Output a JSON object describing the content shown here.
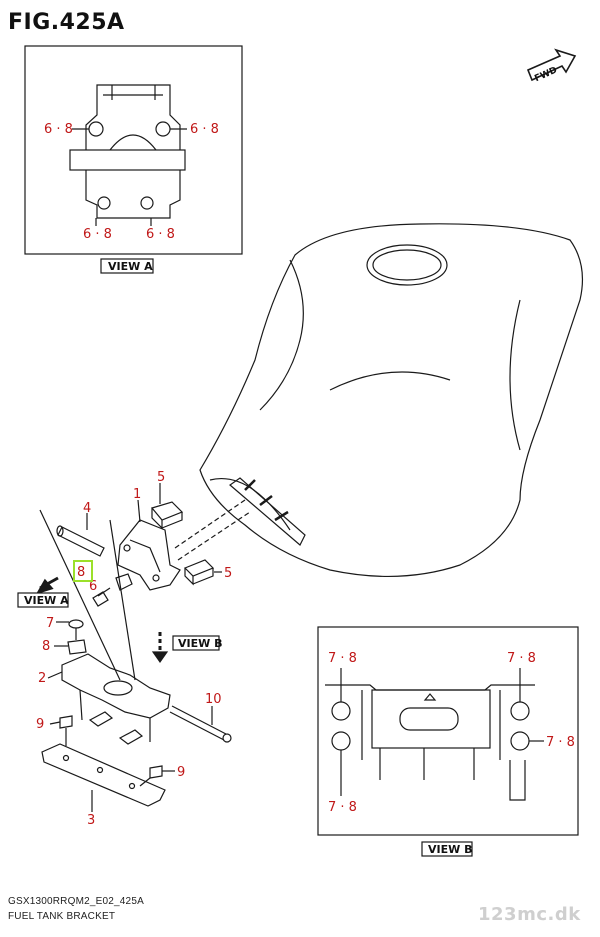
{
  "figure": {
    "title": "FIG.425A",
    "fwd": "FWD"
  },
  "view_a": {
    "label": "VIEW A",
    "callouts": [
      "6 · 8",
      "6 · 8",
      "6 · 8",
      "6 · 8"
    ]
  },
  "view_b": {
    "label": "VIEW B",
    "callouts": [
      "7 · 8",
      "7 · 8",
      "7 · 8",
      "7 · 8"
    ]
  },
  "main": {
    "view_a_tag": "VIEW A",
    "view_b_tag": "VIEW B",
    "parts": [
      "1",
      "2",
      "3",
      "4",
      "5",
      "5",
      "6",
      "7",
      "8",
      "8",
      "9",
      "9",
      "10"
    ]
  },
  "footer": {
    "code": "GSX1300RRQM2_E02_425A",
    "name": "FUEL TANK BRACKET",
    "watermark": "123mc.dk"
  },
  "colors": {
    "callout": "#c01818",
    "highlight": "#9be02a",
    "line": "#1a1a1a"
  }
}
